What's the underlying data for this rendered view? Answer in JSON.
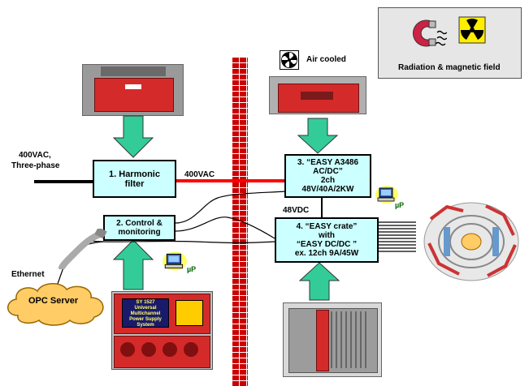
{
  "legend": {
    "caption": "Radiation & magnetic field",
    "magnet_icon": "magnet-icon",
    "radiation_icon": "radiation-icon"
  },
  "air_cooled": {
    "label": "Air cooled",
    "icon": "fan-icon"
  },
  "input": {
    "label_line1": "400VAC,",
    "label_line2": "Three-phase"
  },
  "boxes": {
    "harmonic_filter": {
      "line1": "1. Harmonic",
      "line2": "filter"
    },
    "control": {
      "line1": "2. Control &",
      "line2": "monitoring"
    },
    "a3486": {
      "line1": "3. “EASY A3486",
      "line2": "AC/DC”",
      "line3": "2ch",
      "line4": "48V/40A/2KW"
    },
    "crate": {
      "line1": "4. “EASY crate”",
      "line2": "with",
      "line3": "“EASY DC/DC ”",
      "line4": "ex. 12ch 9A/45W"
    }
  },
  "wires": {
    "ac_label": "400VAC",
    "dc_label": "48VDC"
  },
  "network": {
    "ethernet_label": "Ethernet",
    "server_label": "OPC Server"
  },
  "microprocessor_label": "µP",
  "mainframe_screen": {
    "line1": "SY 1527",
    "line2": "Universal",
    "line3": "Multichannel",
    "line4": "Power Supply",
    "line5": "System"
  },
  "colors": {
    "box_fill": "#ccffff",
    "arrow_fill": "#33cc99",
    "wall": "#cc0000",
    "ac_line": "#ff0000"
  }
}
